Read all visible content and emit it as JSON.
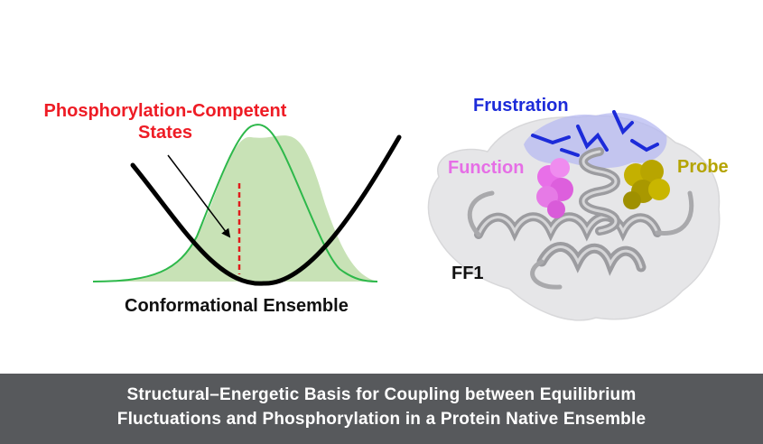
{
  "left_panel": {
    "competent_label_line1": "Phosphorylation-Competent",
    "competent_label_line2": "States",
    "ensemble_label": "Conformational Ensemble",
    "colors": {
      "distribution_fill": "#c8e2b6",
      "distribution_stroke": "#2db84a",
      "energy_curve": "#000000",
      "cutoff_line": "#e01b1b",
      "label_red": "#ee1c25"
    }
  },
  "right_panel": {
    "labels": {
      "frustration": "Frustration",
      "function": "Function",
      "probe": "Probe",
      "protein": "FF1"
    },
    "colors": {
      "frustration": "#1c2bd9",
      "function": "#e66ee6",
      "probe": "#b5a400",
      "ribbon": "#a9a9ac",
      "surface": "#e6e6e8"
    }
  },
  "footer": {
    "title_line1": "Structural–Energetic Basis for Coupling between Equilibrium",
    "title_line2": "Fluctuations and Phosphorylation in a Protein Native Ensemble",
    "background": "#57595c"
  }
}
